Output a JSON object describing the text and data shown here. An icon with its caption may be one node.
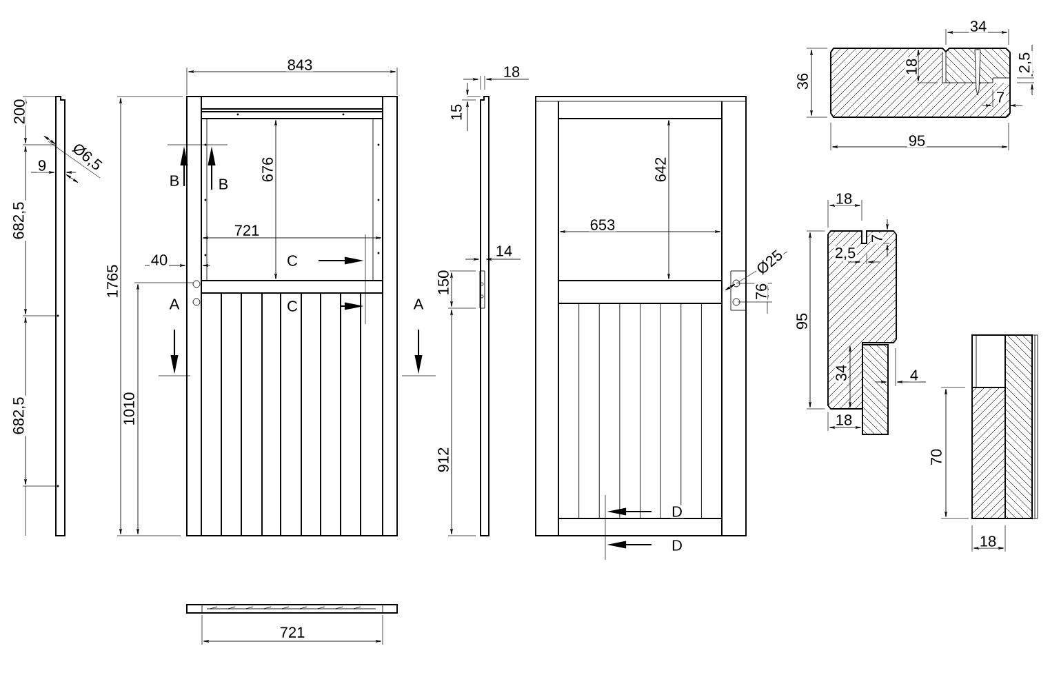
{
  "diagram": {
    "labels": [
      "843",
      "18",
      "34",
      "200",
      "36",
      "18",
      "2,5",
      "15",
      "Ø6,5",
      "1765",
      "9",
      "676",
      "642",
      "B",
      "B",
      "7",
      "95",
      "18",
      "682,5",
      "721",
      "653",
      "7",
      "2,5",
      "Ø25",
      "40",
      "C",
      "14",
      "150",
      "76",
      "A",
      "C",
      "A",
      "95",
      "34",
      "4",
      "682,5",
      "1010",
      "912",
      "18",
      "70",
      "D",
      "D",
      "18",
      "721"
    ]
  }
}
